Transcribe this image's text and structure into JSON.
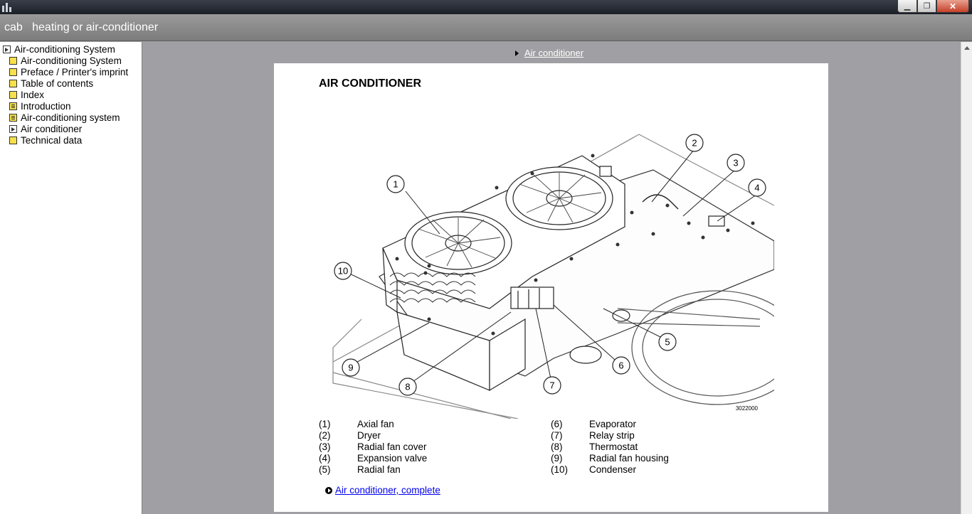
{
  "window": {
    "app_title": "cab   heating or air-conditioner",
    "min_label": "▁",
    "max_label": "❐",
    "close_label": "✕"
  },
  "sidebar": {
    "root_label": "Air-conditioning System",
    "items": [
      {
        "label": "Air-conditioning System",
        "icon": "doc-icon"
      },
      {
        "label": "Preface / Printer's imprint",
        "icon": "doc-icon"
      },
      {
        "label": "Table of contents",
        "icon": "doc-icon"
      },
      {
        "label": "Index",
        "icon": "doc-icon"
      },
      {
        "label": "Introduction",
        "icon": "book-icon"
      },
      {
        "label": "Air-conditioning system",
        "icon": "book-icon"
      },
      {
        "label": "Air conditioner",
        "icon": "open-book-icon"
      },
      {
        "label": "Technical data",
        "icon": "doc-icon"
      }
    ]
  },
  "content": {
    "breadcrumb": "Air conditioner",
    "title": "AIR CONDITIONER",
    "figure_code": "3022000",
    "callouts": [
      "1",
      "2",
      "3",
      "4",
      "5",
      "6",
      "7",
      "8",
      "9",
      "10"
    ],
    "legend_left": [
      {
        "num": "(1)",
        "label": "Axial fan"
      },
      {
        "num": "(2)",
        "label": "Dryer"
      },
      {
        "num": "(3)",
        "label": "Radial fan cover"
      },
      {
        "num": "(4)",
        "label": "Expansion valve"
      },
      {
        "num": "(5)",
        "label": "Radial fan"
      }
    ],
    "legend_right": [
      {
        "num": "(6)",
        "label": "Evaporator"
      },
      {
        "num": "(7)",
        "label": "Relay strip"
      },
      {
        "num": "(8)",
        "label": "Thermostat"
      },
      {
        "num": "(9)",
        "label": "Radial fan housing"
      },
      {
        "num": "(10)",
        "label": "Condenser"
      }
    ],
    "complete_link": "Air conditioner, complete"
  }
}
